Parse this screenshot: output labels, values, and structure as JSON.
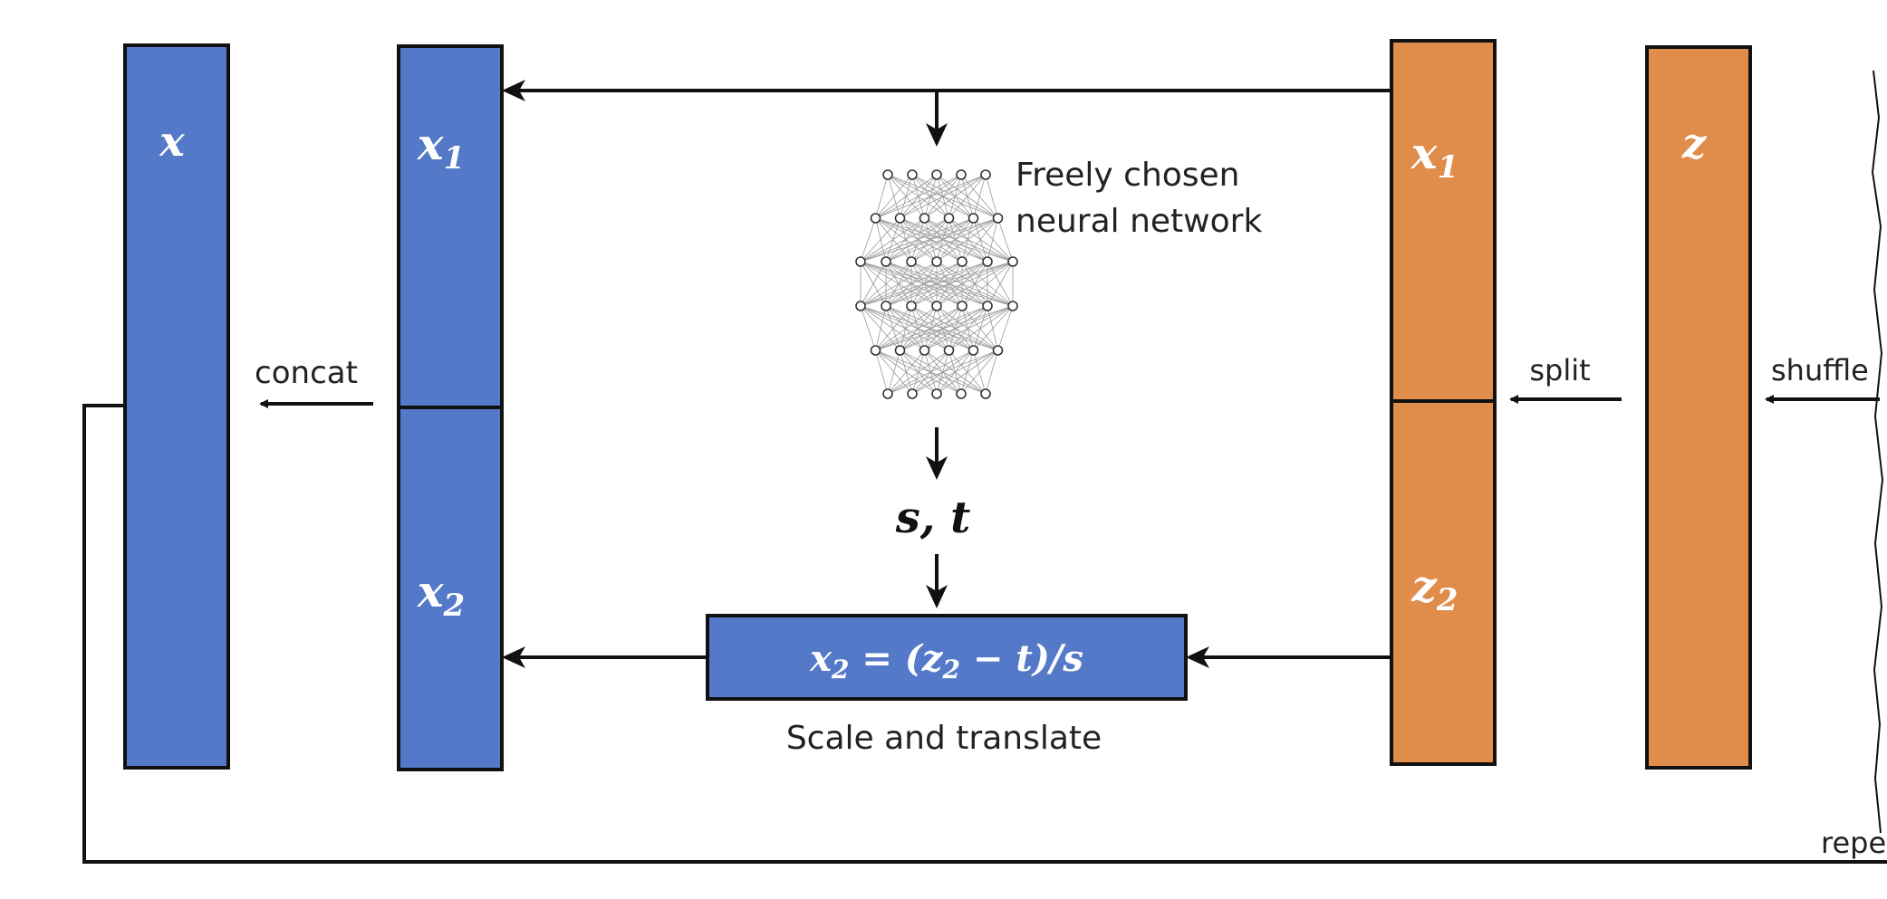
{
  "colors": {
    "blue": "#5479c9",
    "orange": "#e08c4a",
    "stroke": "#111111",
    "background": "#ffffff"
  },
  "blocks": {
    "x_out": "x",
    "x1_left": "x",
    "x1_left_sub": "1",
    "x2_left": "x",
    "x2_left_sub": "2",
    "x1_right": "x",
    "x1_right_sub": "1",
    "z2_right": "z",
    "z2_right_sub": "2",
    "z_in": "z"
  },
  "network": {
    "label_line1": "Freely chosen",
    "label_line2": "neural network",
    "icon": "neural-network-icon"
  },
  "st_label": "s, t",
  "transform": {
    "formula_prefix": "x",
    "formula_sub": "2",
    "formula_mid": " = (z",
    "formula_sub2": "2",
    "formula_suffix": " − t)/s",
    "caption": "Scale and translate"
  },
  "ops": {
    "concat": "concat",
    "split": "split",
    "shuffle": "shuffle",
    "repeat": "repe"
  }
}
